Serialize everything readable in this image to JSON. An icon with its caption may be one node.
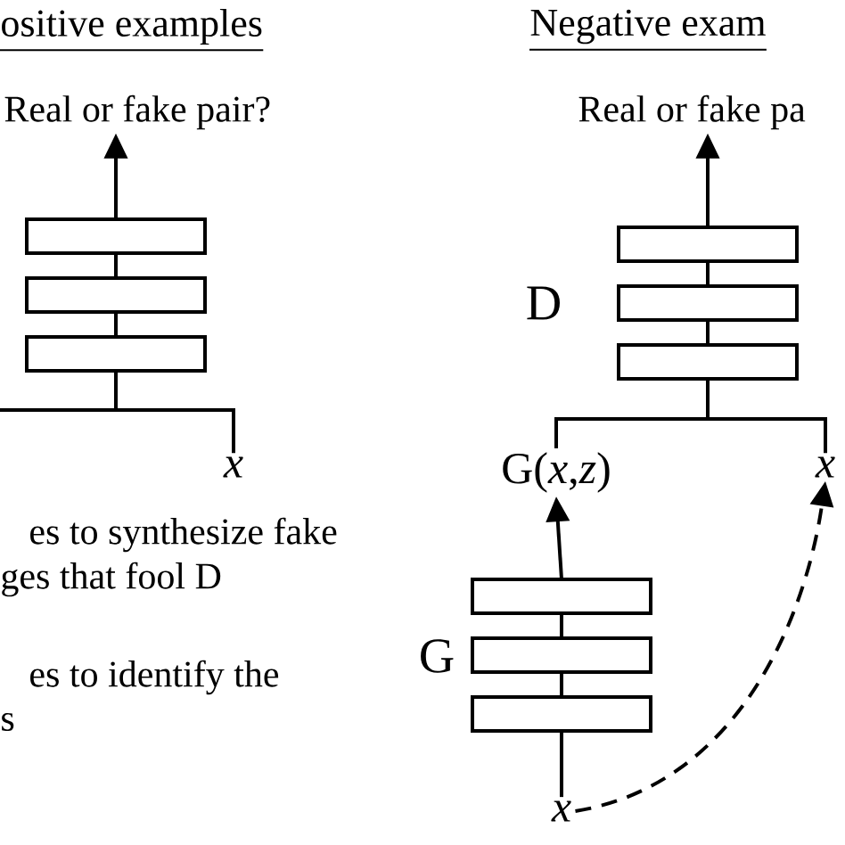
{
  "diagram": {
    "nodes": [
      {
        "text": [
          "Real or fake pair?"
        ]
      },
      {
        "text": [],
        "shape": "box"
      },
      {
        "text": [
          "x"
        ]
      },
      {
        "text": [
          "Real or fake pa"
        ]
      },
      {
        "text": [],
        "shape": "box",
        "beside": [
          "D"
        ]
      },
      {
        "text": [
          "G(*x*,*z*)"
        ]
      },
      {
        "text": [
          "x"
        ]
      },
      {
        "text": [],
        "shape": "box",
        "beside": [
          "G"
        ]
      },
      {
        "text": [
          "x"
        ]
      }
    ],
    "edges": [
      {
        "from": 1,
        "to": 0,
        "arrow": "to"
      },
      {
        "from": 2,
        "to": 1,
        "arrow": "none"
      },
      {
        "from": null,
        "to": 1,
        "arrow": "none"
      },
      {
        "from": 4,
        "to": 3,
        "arrow": "to"
      },
      {
        "from": 5,
        "to": 4,
        "arrow": "none"
      },
      {
        "from": 6,
        "to": 4,
        "arrow": "none"
      },
      {
        "from": 7,
        "to": 5,
        "arrow": "to"
      },
      {
        "from": 8,
        "to": 7,
        "arrow": "none"
      },
      {
        "from": 8,
        "to": 6,
        "arrow": "to",
        "style": "dashed"
      }
    ],
    "labels": [
      "ositive examples",
      "Negative exam",
      "es to synthesize fake",
      "ges that fool D",
      "es to identify the",
      "s"
    ]
  }
}
